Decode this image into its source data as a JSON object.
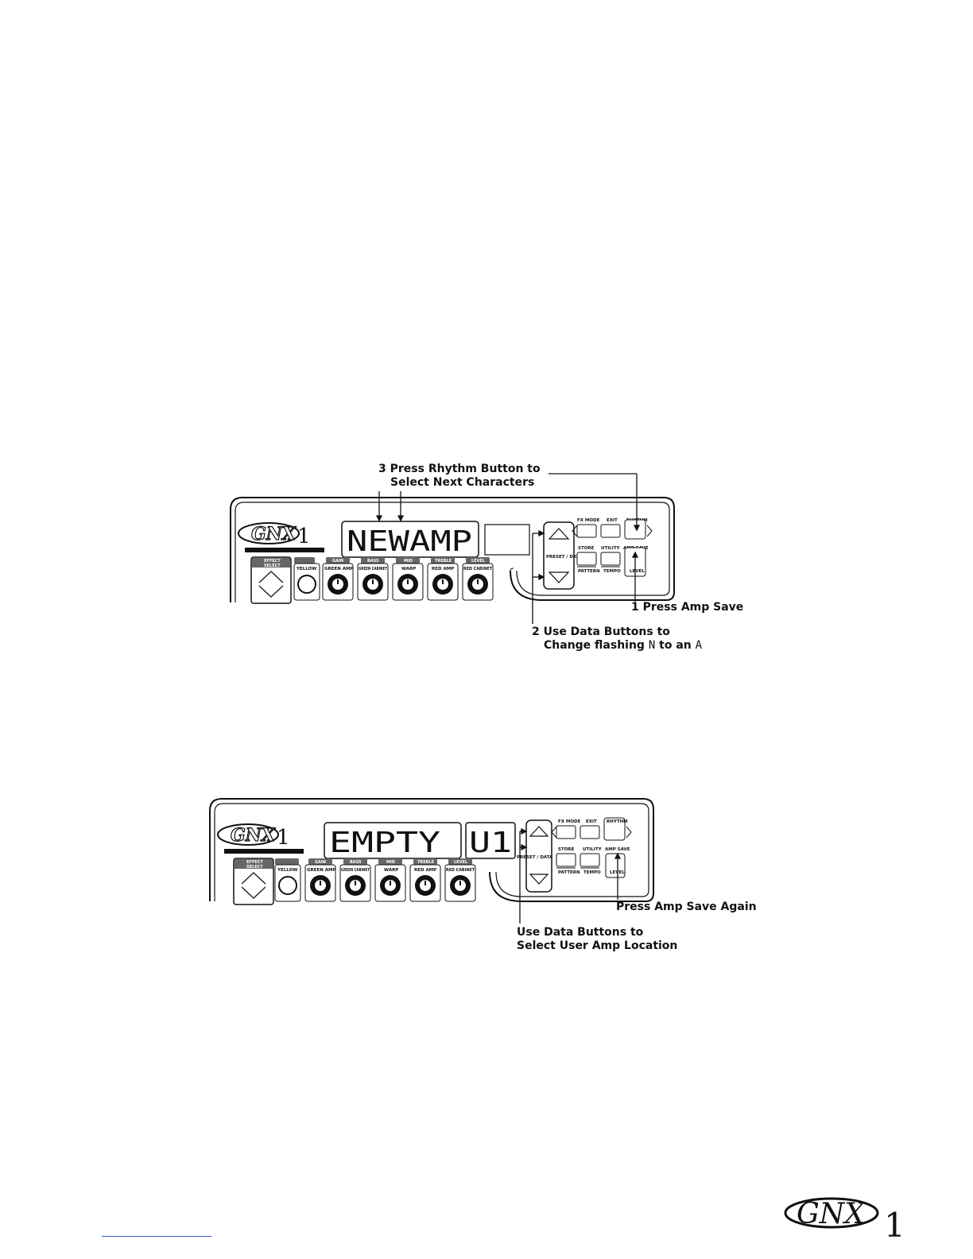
{
  "brand": "GNX",
  "brand_digit": "1",
  "diagram1": {
    "display_main": "NEWAMP",
    "display_aux": "",
    "callout_3_line1": "3 Press Rhythm Button to",
    "callout_3_line2": "Select Next Characters",
    "callout_1": "1 Press Amp Save",
    "callout_2_line1": "2 Use Data Buttons to",
    "callout_2_line2_a": "Change flashing ",
    "callout_2_char_from": "N",
    "callout_2_line2_b": " to an ",
    "callout_2_char_to": "A"
  },
  "diagram2": {
    "display_main": "EMPTY",
    "display_aux": "U1",
    "callout_a": "Press Amp Save Again",
    "callout_b_line1": "Use Data Buttons to",
    "callout_b_line2": "Select User Amp Location"
  },
  "panel_labels": {
    "effect_select_1": "EFFECT",
    "effect_select_2": "SELECT",
    "preset_data": "PRESET / DATA",
    "fx_mode": "FX MODE",
    "exit": "EXIT",
    "rhythm": "RHYTHM",
    "store": "STORE",
    "utility": "UTILITY",
    "amp_save": "AMP SAVE",
    "pattern": "PATTERN",
    "tempo": "TEMPO",
    "level": "LEVEL",
    "knob_labels": [
      "YELLOW",
      "GREEN AMP",
      "GREEN CABINET",
      "WARP",
      "RED AMP",
      "RED CABINET"
    ],
    "knob_tabs": [
      "",
      "GAIN",
      "BASS",
      "MID",
      "TREBLE",
      "LEVEL"
    ]
  }
}
